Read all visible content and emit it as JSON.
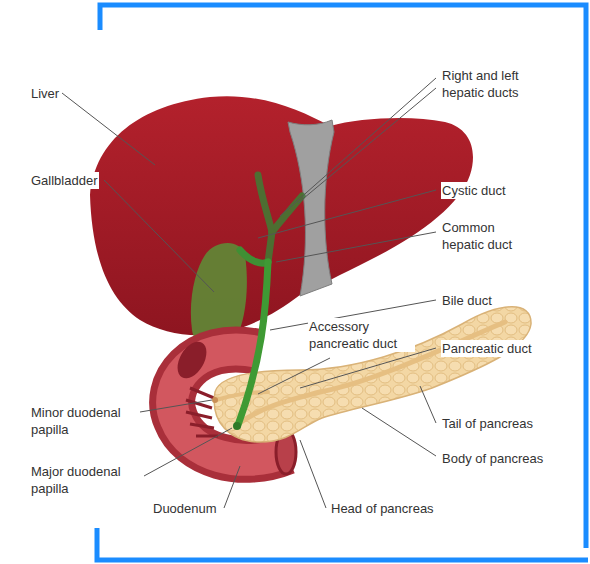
{
  "diagram": {
    "labels": [
      "Right and left hepatic ducts",
      "Liver",
      "Gallbladder",
      "Cystic duct",
      "Common hepatic duct",
      "Bile duct",
      "Accessory pancreatic duct",
      "Pancreatic duct",
      "Minor duodenal papilla",
      "Tail of pancreas",
      "Body of pancreas",
      "Major duodenal papilla",
      "Duodenum",
      "Head of pancreas"
    ]
  }
}
